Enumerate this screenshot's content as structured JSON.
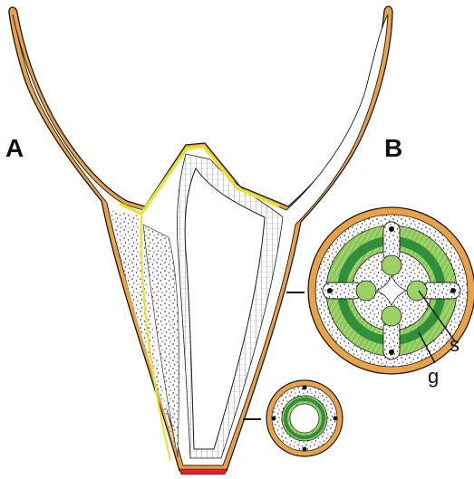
{
  "panels": {
    "a": {
      "label": "A"
    },
    "b": {
      "label": "B"
    }
  },
  "cross_section_labels": {
    "s": "s",
    "g": "g"
  },
  "colors": {
    "outer_layer": "#e8a24a",
    "ridge_layer": "#e6e23a",
    "gastric_pouch": "#2f8f3a",
    "gastric_pouch_light": "#9bd166",
    "basal_cap": "#e0202a",
    "stipple": "#222222",
    "outline": "#1a1a1a"
  }
}
